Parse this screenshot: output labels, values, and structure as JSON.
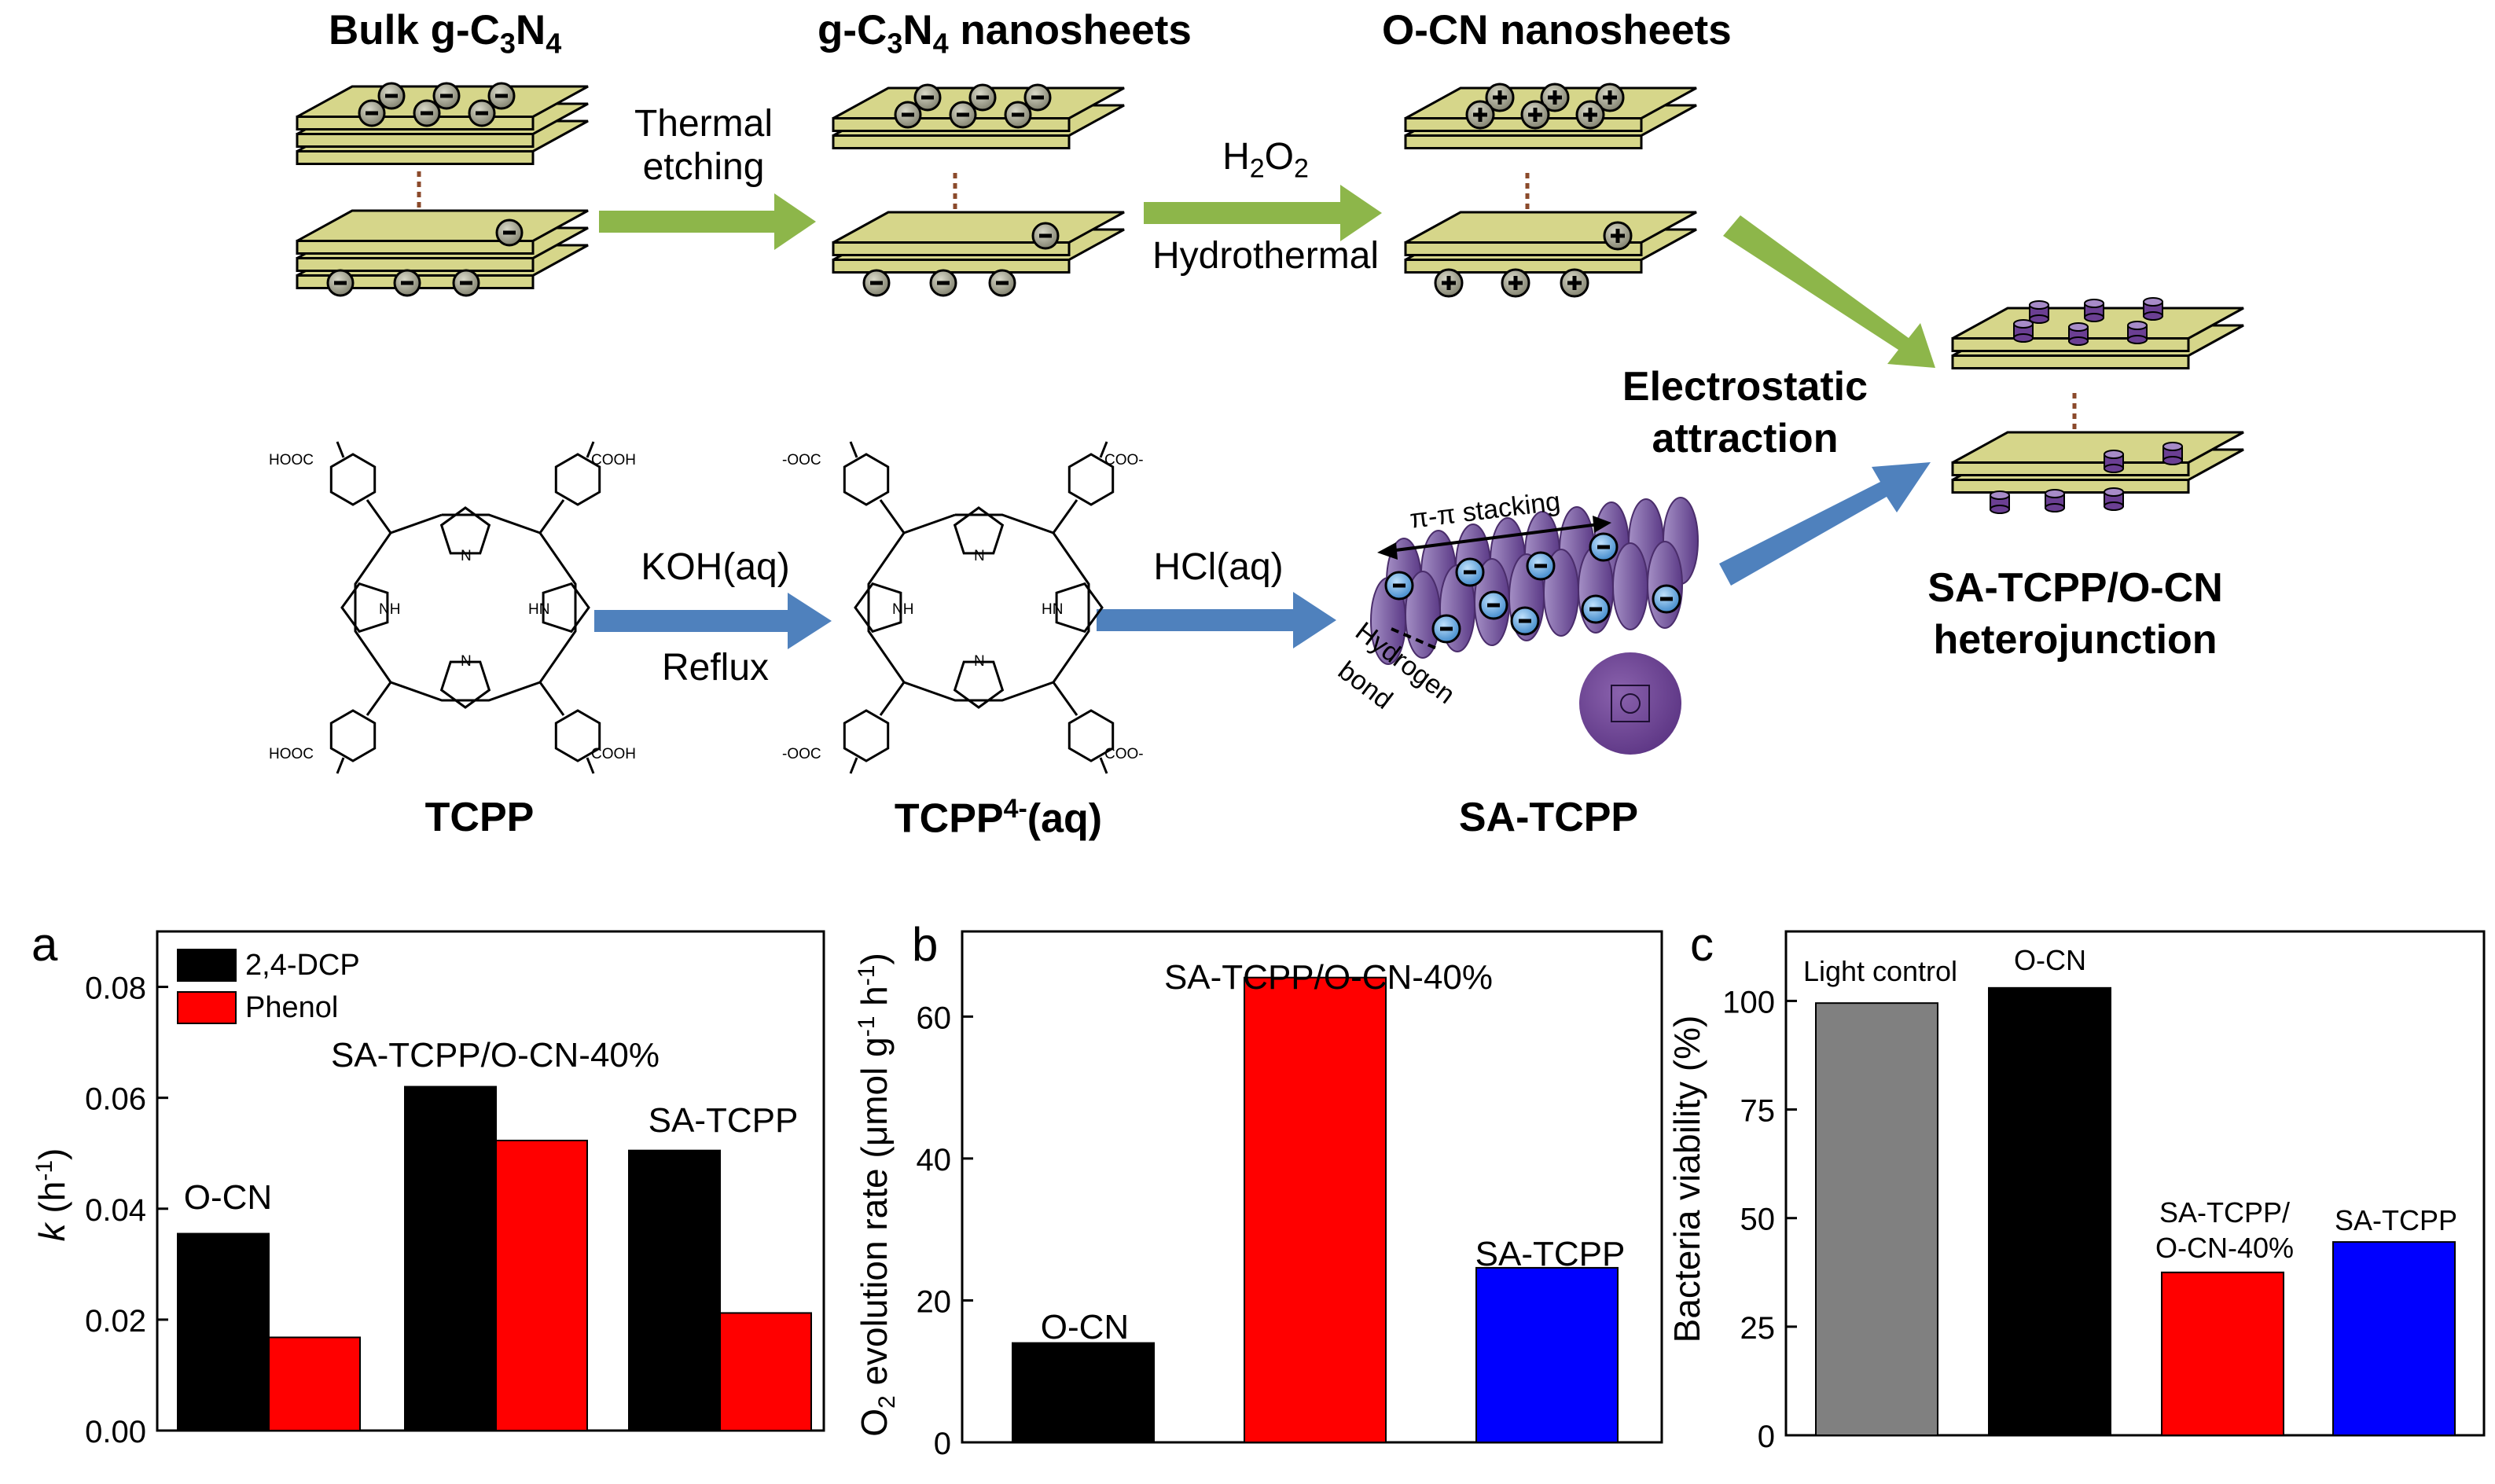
{
  "scheme": {
    "headers": {
      "bulk": "Bulk g-C3N4",
      "nanosheets": "g-C3N4 nanosheets",
      "ocn": "O-CN nanosheets"
    },
    "arrows": {
      "thermal_line1": "Thermal",
      "thermal_line2": "etching",
      "h2o2": "H2O2",
      "hydrothermal": "Hydrothermal",
      "koh": "KOH(aq)",
      "reflux": "Reflux",
      "hcl": "HCl(aq)",
      "electrostatic_line1": "Electrostatic",
      "electrostatic_line2": "attraction"
    },
    "molecules": {
      "tcpp": "TCPP",
      "tcpp4": "TCPP4-(aq)",
      "satcpp": "SA-TCPP",
      "hooc": "HOOC",
      "cooh": "COOH",
      "coo_minus": "COO-",
      "ooc_minus": "-OOC",
      "nh": "NH",
      "hn": "HN",
      "n": "N"
    },
    "sa_labels": {
      "pi_stacking": "π-π stacking",
      "hydrogen": "Hydrogen",
      "bond": "bond"
    },
    "product": {
      "line1": "SA-TCPP/O-CN",
      "line2": "heterojunction"
    },
    "colors": {
      "sheet": "#d6d68a",
      "green_arrow": "#8db64a",
      "blue_arrow": "#4f81bd",
      "purple": "#7a4e9e",
      "charge_blue": "#5ba3e0"
    }
  },
  "chart_data": [
    {
      "panel": "a",
      "type": "bar",
      "categories": [
        "O-CN",
        "SA-TCPP/O-CN-40%",
        "SA-TCPP"
      ],
      "series": [
        {
          "name": "2,4-DCP",
          "values": [
            0.0355,
            0.062,
            0.0505
          ],
          "color": "#000000"
        },
        {
          "name": "Phenol",
          "values": [
            0.0168,
            0.0523,
            0.0212
          ],
          "color": "#ff0000"
        }
      ],
      "ylabel": "k (h-1)",
      "ylim": [
        0,
        0.09
      ],
      "yticks": [
        "0.00",
        "0.02",
        "0.04",
        "0.06",
        "0.08"
      ],
      "legend": "top-left"
    },
    {
      "panel": "b",
      "type": "bar",
      "categories": [
        "O-CN",
        "SA-TCPP/O-CN-40%",
        "SA-TCPP"
      ],
      "values": [
        14,
        65.5,
        24.6
      ],
      "colors": [
        "#000000",
        "#ff0000",
        "#0000ff"
      ],
      "ylabel": "O2 evolution rate (μmol g-1 h-1)",
      "ylim": [
        0,
        72
      ],
      "yticks": [
        "0",
        "20",
        "40",
        "60"
      ]
    },
    {
      "panel": "c",
      "type": "bar",
      "categories": [
        "Light control",
        "O-CN",
        "SA-TCPP/O-CN-40%",
        "SA-TCPP"
      ],
      "values": [
        99.5,
        103,
        37.5,
        44.5
      ],
      "colors": [
        "#808080",
        "#000000",
        "#ff0000",
        "#0000ff"
      ],
      "ylabel": "Bacteria viability (%)",
      "ylim": [
        0,
        116
      ],
      "yticks": [
        "0",
        "25",
        "50",
        "75",
        "100"
      ]
    }
  ]
}
